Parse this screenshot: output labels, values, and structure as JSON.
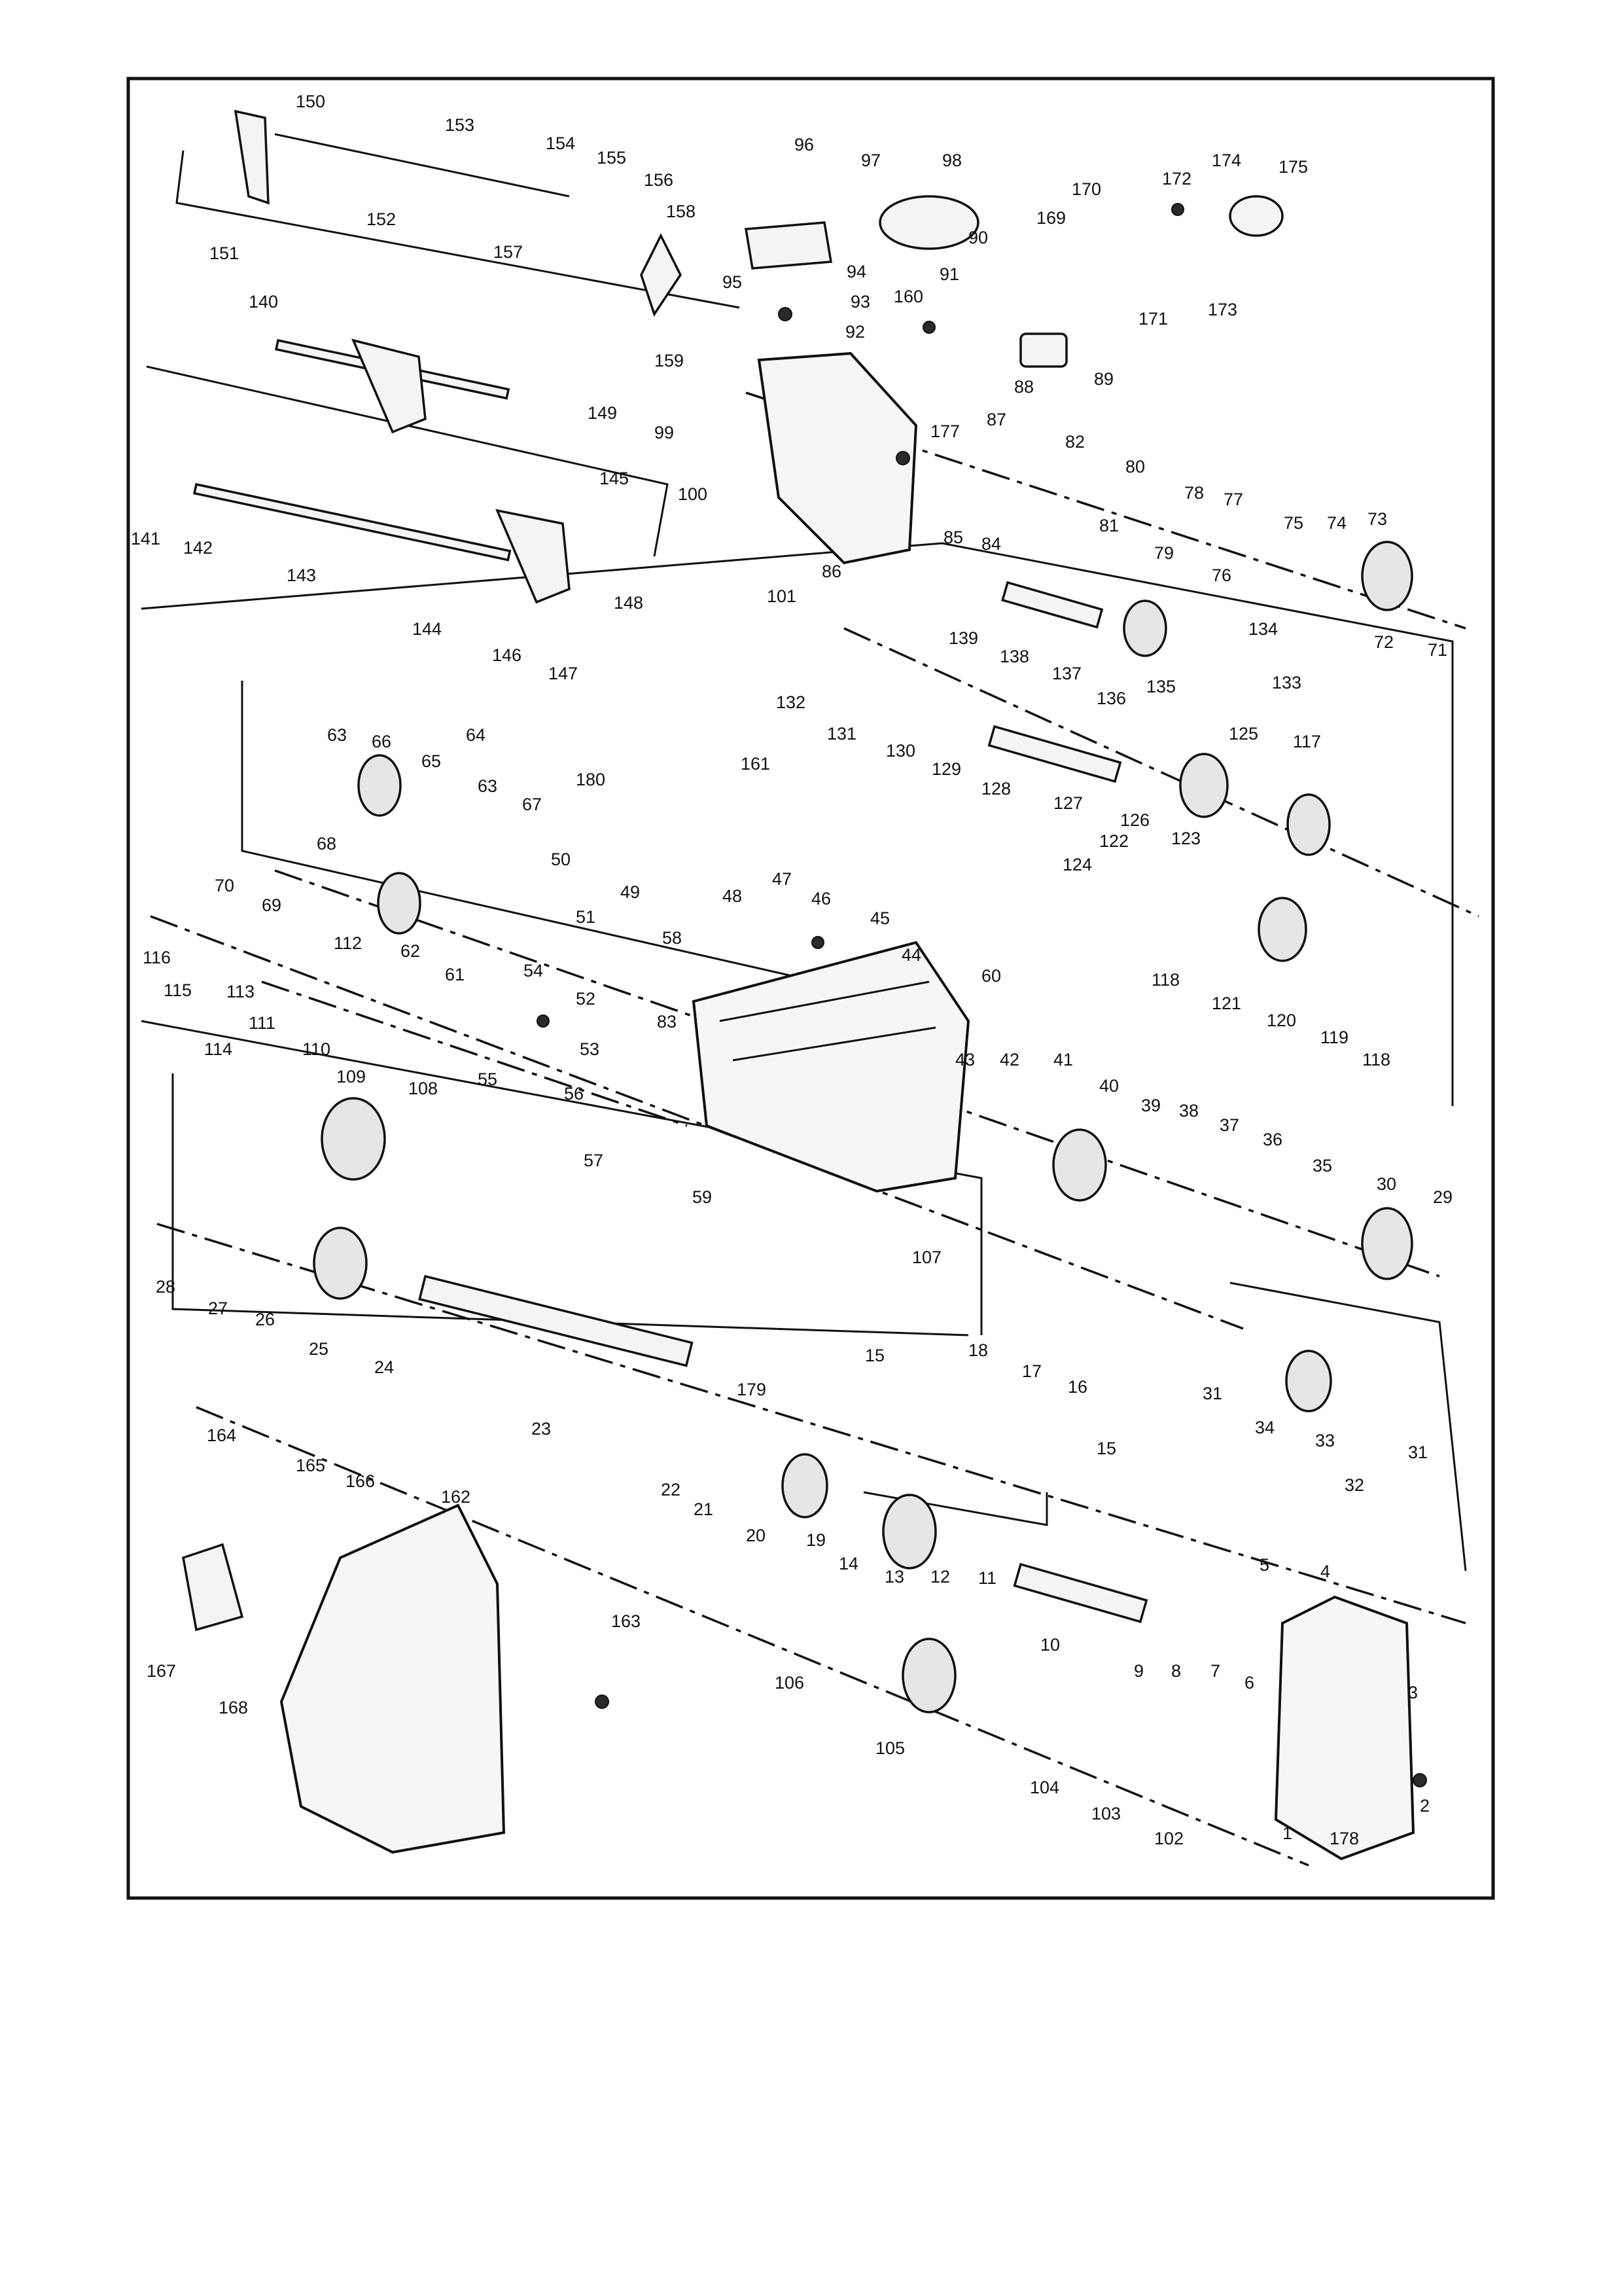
{
  "figure": {
    "callouts": [
      "1",
      "2",
      "3",
      "4",
      "5",
      "6",
      "7",
      "8",
      "9",
      "10",
      "11",
      "12",
      "13",
      "14",
      "15",
      "15",
      "16",
      "17",
      "18",
      "19",
      "20",
      "21",
      "22",
      "23",
      "24",
      "25",
      "26",
      "27",
      "28",
      "29",
      "30",
      "31",
      "31",
      "32",
      "33",
      "34",
      "35",
      "36",
      "37",
      "38",
      "39",
      "40",
      "41",
      "42",
      "43",
      "44",
      "45",
      "46",
      "47",
      "48",
      "49",
      "50",
      "51",
      "52",
      "53",
      "54",
      "55",
      "56",
      "57",
      "58",
      "59",
      "60",
      "61",
      "62",
      "63",
      "63",
      "64",
      "65",
      "66",
      "67",
      "68",
      "69",
      "70",
      "71",
      "72",
      "73",
      "74",
      "75",
      "76",
      "77",
      "78",
      "79",
      "80",
      "81",
      "82",
      "83",
      "84",
      "85",
      "86",
      "87",
      "88",
      "89",
      "90",
      "91",
      "92",
      "93",
      "94",
      "95",
      "96",
      "97",
      "98",
      "99",
      "100",
      "101",
      "102",
      "103",
      "104",
      "105",
      "106",
      "107",
      "108",
      "109",
      "110",
      "111",
      "112",
      "113",
      "114",
      "115",
      "116",
      "117",
      "118",
      "118",
      "119",
      "120",
      "121",
      "122",
      "123",
      "124",
      "125",
      "126",
      "127",
      "128",
      "129",
      "130",
      "131",
      "132",
      "133",
      "134",
      "135",
      "136",
      "137",
      "138",
      "139",
      "140",
      "141",
      "142",
      "143",
      "144",
      "145",
      "146",
      "147",
      "148",
      "149",
      "150",
      "151",
      "152",
      "153",
      "154",
      "155",
      "156",
      "157",
      "158",
      "159",
      "160",
      "161",
      "162",
      "163",
      "164",
      "165",
      "166",
      "167",
      "168",
      "169",
      "170",
      "171",
      "172",
      "173",
      "174",
      "175",
      "177",
      "178",
      "179",
      "180"
    ]
  }
}
